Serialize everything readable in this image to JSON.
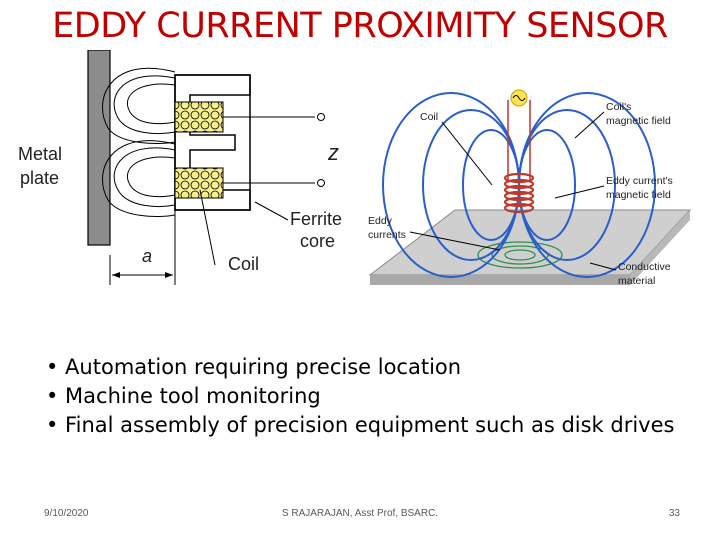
{
  "slide": {
    "title": "EDDY CURRENT PROXIMITY SENSOR",
    "left_figure": {
      "label_metal_plate_1": "Metal",
      "label_metal_plate_2": "plate",
      "label_z": "z",
      "label_ferrite_1": "Ferrite",
      "label_ferrite_2": "core",
      "label_coil": "Coil",
      "label_a": "a"
    },
    "right_figure": {
      "label_coil": "Coil",
      "label_coil_field_1": "Coil's",
      "label_coil_field_2": "magnetic field",
      "label_eddy_field_1": "Eddy current's",
      "label_eddy_field_2": "magnetic field",
      "label_eddy_currents_1": "Eddy",
      "label_eddy_currents_2": "currents",
      "label_conductive_1": "Conductive",
      "label_conductive_2": "material",
      "field_color": "#2a5fc8",
      "coil_color": "#c0392b"
    },
    "bullets": [
      "• Automation requiring precise location",
      "• Machine tool monitoring",
      "• Final assembly of precision equipment such as disk drives"
    ],
    "footer": {
      "date": "9/10/2020",
      "author": "S RAJARAJAN, Asst Prof, BSARC.",
      "page": "33"
    }
  }
}
